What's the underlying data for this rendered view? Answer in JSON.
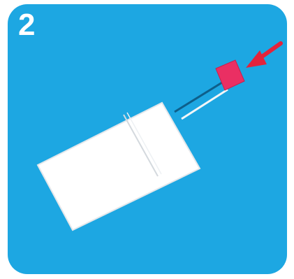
{
  "step": {
    "number": "2"
  },
  "colors": {
    "panel_background": "#1da7e2",
    "device_body": "#ffffff",
    "device_outline": "#d7dbe0",
    "tip": "#ea2f63",
    "arrow": "#e3233b"
  },
  "icons": {
    "device": "test-strip-device",
    "pointer": "arrow-pointing-to-tip"
  }
}
